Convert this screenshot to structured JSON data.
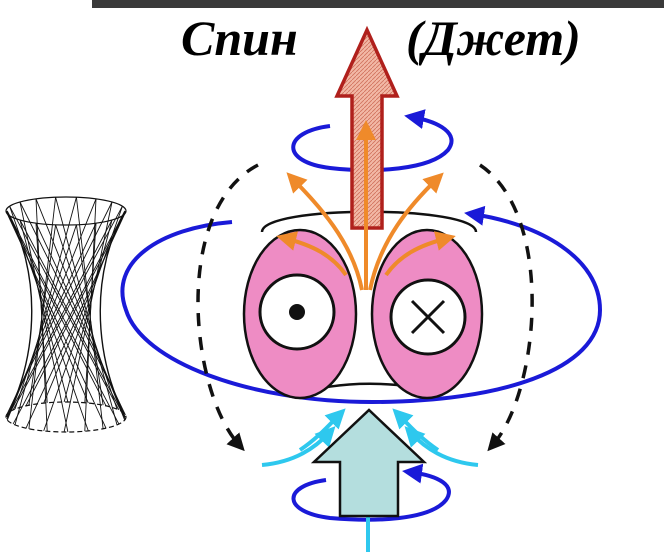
{
  "labels": {
    "spin": "Спин",
    "jet": "(Джет)"
  },
  "colors": {
    "background": "#ffffff",
    "top_band": "#3a3a3a",
    "field_loop": "#1a1ad8",
    "dashed_line": "#111111",
    "outflow_arrow": "#ef8a2a",
    "inflow_arrow": "#2ec8ee",
    "torus_fill": "#ee8cc4",
    "jet_arrow_fill": "#f2b8a6",
    "jet_arrow_stroke": "#b0201c",
    "inflow_block_fill": "#b4dede",
    "hyperboloid_stroke": "#111111"
  },
  "icons": {
    "left_current": "dot-in-circle",
    "right_current": "cross-in-circle"
  }
}
